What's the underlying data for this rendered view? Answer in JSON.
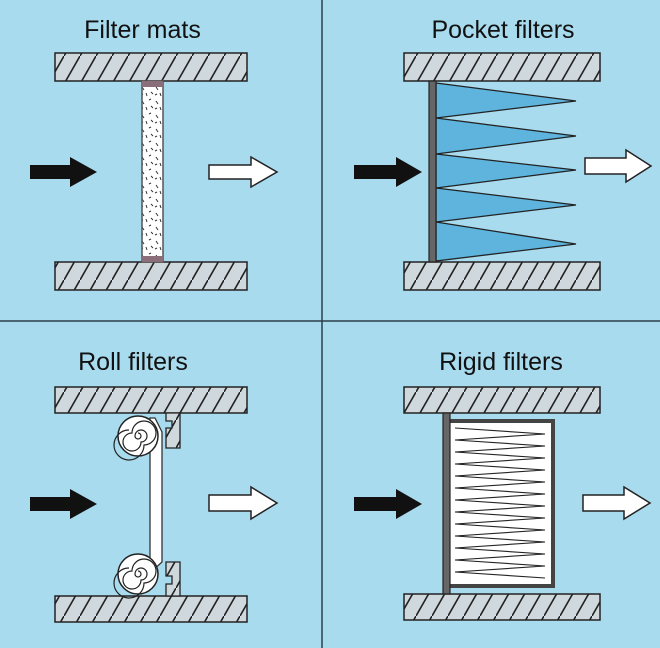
{
  "panels": [
    {
      "title": "Filter mats"
    },
    {
      "title": "Pocket filters"
    },
    {
      "title": "Roll filters"
    },
    {
      "title": "Rigid filters"
    }
  ],
  "colors": {
    "background": "#a9dbef",
    "divider": "#2a3f48",
    "duct_wall": "#cfd8dc",
    "hatch": "#222222",
    "inlet_arrow": "#111111",
    "outlet_arrow": "#ffffff",
    "pocket_fill": "#5eb4dc",
    "frame": "#555555"
  },
  "icons": [
    "inlet-arrow-icon",
    "outlet-arrow-icon"
  ]
}
